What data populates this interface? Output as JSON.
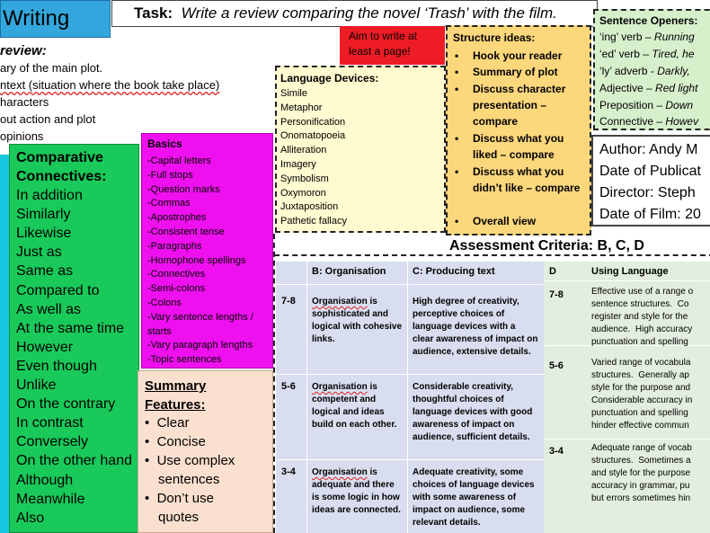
{
  "title": "Writing",
  "task": {
    "label": "Task:",
    "text": "Write a review comparing the novel ‘Trash’ with the film."
  },
  "review": {
    "heading": "review:",
    "lines": [
      "ary of the main plot.",
      "ntext (situation where the book take place)",
      "haracters",
      "out action and plot",
      "opinions"
    ]
  },
  "connectives": {
    "heading": "Comparative Connectives:",
    "items": [
      "In addition",
      "Similarly",
      "Likewise",
      "Just as",
      "Same as",
      "Compared to",
      "As well as",
      "At the same time",
      "However",
      "Even though",
      "Unlike",
      "On the contrary",
      "In contrast",
      "Conversely",
      "On the other hand",
      "Although",
      "Meanwhile",
      "Also"
    ]
  },
  "basics": {
    "heading": "Basics",
    "items": [
      "-Capital letters",
      "-Full stops",
      "-Question marks",
      "-Commas",
      "-Apostrophes",
      "-Consistent tense",
      "-Paragraphs",
      "-Homophone spellings",
      "-Connectives",
      "-Semi-colons",
      "-Colons",
      "-Vary sentence lengths /",
      "starts",
      "-Vary paragraph lengths",
      "-Topic sentences"
    ]
  },
  "summary": {
    "heading": "Summary Features:",
    "items": [
      "Clear",
      "Concise",
      "Use complex",
      "sentences",
      "Don’t use",
      "quotes"
    ]
  },
  "language": {
    "heading": "Language Devices:",
    "items": [
      "Simile",
      "Metaphor",
      "Personification",
      "Onomatopoeia",
      "Alliteration",
      "Imagery",
      "Symbolism",
      "Oxymoron",
      "Juxtaposition",
      "Pathetic fallacy"
    ]
  },
  "aim": {
    "text": "Aim to write at least a page!"
  },
  "structure": {
    "heading": "Structure ideas:",
    "bullet": "•",
    "items": [
      "Hook your reader",
      "Summary of plot",
      "Discuss character presentation – compare",
      "Discuss what you liked – compare",
      "Discuss what you didn’t like – compare",
      "Overall view"
    ]
  },
  "openers": {
    "heading": "Sentence Openers:",
    "items": [
      {
        "label": "‘ing’ verb – ",
        "example": "Running"
      },
      {
        "label": "‘ed’ verb – ",
        "example": "Tired, he"
      },
      {
        "label": "‘ly’ adverb - ",
        "example": "Darkly,"
      },
      {
        "label": "Adjective – ",
        "example": "Red light"
      },
      {
        "label": "Preposition – ",
        "example": "Down"
      },
      {
        "label": "Connective – ",
        "example": "Howev"
      }
    ]
  },
  "author": {
    "lines": [
      "Author: Andy M",
      "Date of Publicat",
      "Director:  Steph",
      "Date of Film: 20"
    ]
  },
  "assessment": {
    "title": "Assessment Criteria: B, C, D",
    "headers": {
      "b": "B:  Organisation",
      "c": "C:  Producing text",
      "d": "D",
      "d_title": "Using Language"
    },
    "rows": [
      {
        "band": "7-8",
        "b_first": "Organisation",
        "b_rest": " is sophisticated and logical with cohesive links.",
        "c": "High degree of creativity, perceptive choices of language devices with a clear awareness of impact on audience, extensive details."
      },
      {
        "band": "5-6",
        "b_first": "Organisation",
        "b_rest": " is competent and logical and ideas build on each other.",
        "c": "Considerable creativity, thoughtful choices of language devices with good awareness of impact on audience, sufficient details."
      },
      {
        "band": "3-4",
        "b_first": "Organisation",
        "b_rest": " is adequate and there is some logic in how ideas are connected.",
        "c": "Adequate creativity, some choices of language devices with some awareness of impact on audience, some relevant details."
      }
    ],
    "d_rows": [
      {
        "band": "7-8",
        "lines": [
          "Effective use of a range o",
          "sentence structures.  Co",
          "register and style for the",
          "audience.  High accuracy",
          "punctuation and spelling"
        ]
      },
      {
        "band": "5-6",
        "lines": [
          "Varied range of vocabula",
          "structures.  Generally ap",
          "style for the purpose and",
          "Considerable accuracy in",
          "punctuation and spelling",
          "hinder effective commun"
        ]
      },
      {
        "band": "3-4",
        "lines": [
          "Adequate range of vocab",
          "structures.  Sometimes a",
          "and style for the purpose",
          "accuracy in grammar, pu",
          "but errors sometimes hin"
        ]
      }
    ]
  }
}
